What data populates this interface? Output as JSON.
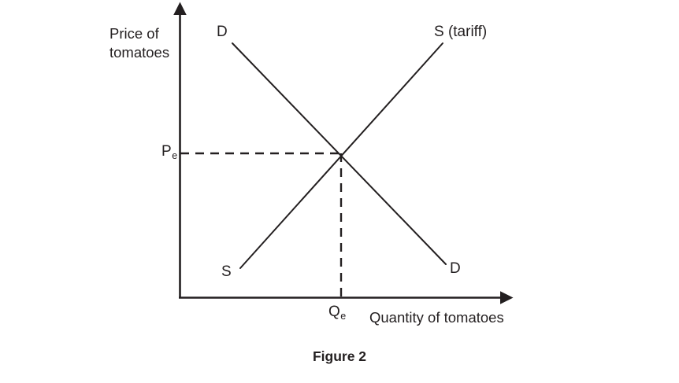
{
  "figure": {
    "caption": "Figure 2",
    "axis_x_label": "Quantity of tomatoes",
    "axis_y_label_line1": "Price of",
    "axis_y_label_line2": "tomatoes",
    "line_color": "#231f20",
    "text_color": "#231f20",
    "background": "#ffffff"
  },
  "labels": {
    "demand_top": "D",
    "demand_bottom": "D",
    "supply_top": "S (tariff)",
    "supply_bottom": "S",
    "price_equilibrium": "P",
    "price_equilibrium_sub": "e",
    "quantity_equilibrium": "Q",
    "quantity_equilibrium_sub": "e"
  },
  "chart_data": {
    "type": "line",
    "title": "Figure 2",
    "xlabel": "Quantity of tomatoes",
    "ylabel": "Price of tomatoes",
    "xlim": [
      0,
      100
    ],
    "ylim": [
      0,
      100
    ],
    "grid": false,
    "legend": "inline-curve-labels",
    "axes_style": "arrowed",
    "tick_labels_x": [
      "Q_e"
    ],
    "tick_labels_y": [
      "P_e"
    ],
    "annotations": [
      {
        "text": "D",
        "role": "demand-curve-upper-end-label",
        "x": 18,
        "y": 88
      },
      {
        "text": "S (tariff)",
        "role": "supply-curve-upper-end-label",
        "x": 79,
        "y": 88
      },
      {
        "text": "S",
        "role": "supply-curve-lower-end-label",
        "x": 14,
        "y": 11
      },
      {
        "text": "D",
        "role": "demand-curve-lower-end-label",
        "x": 84,
        "y": 13
      },
      {
        "text": "P_e",
        "role": "equilibrium-price-axis-label",
        "x": 0,
        "y": 50
      },
      {
        "text": "Q_e",
        "role": "equilibrium-quantity-axis-label",
        "x": 49,
        "y": 0
      }
    ],
    "series": [
      {
        "name": "D",
        "label": "Demand",
        "kind": "demand",
        "slope": "negative",
        "points": [
          {
            "x": 16,
            "y": 87
          },
          {
            "x": 49,
            "y": 50
          },
          {
            "x": 80,
            "y": 12
          }
        ]
      },
      {
        "name": "S (tariff)",
        "label": "Supply with tariff",
        "kind": "supply",
        "slope": "positive",
        "points": [
          {
            "x": 18,
            "y": 11
          },
          {
            "x": 49,
            "y": 50
          },
          {
            "x": 79,
            "y": 87
          }
        ]
      }
    ],
    "equilibrium": {
      "x": 49,
      "y": 50,
      "price_label": "P_e",
      "quantity_label": "Q_e",
      "guides": "dashed"
    }
  }
}
